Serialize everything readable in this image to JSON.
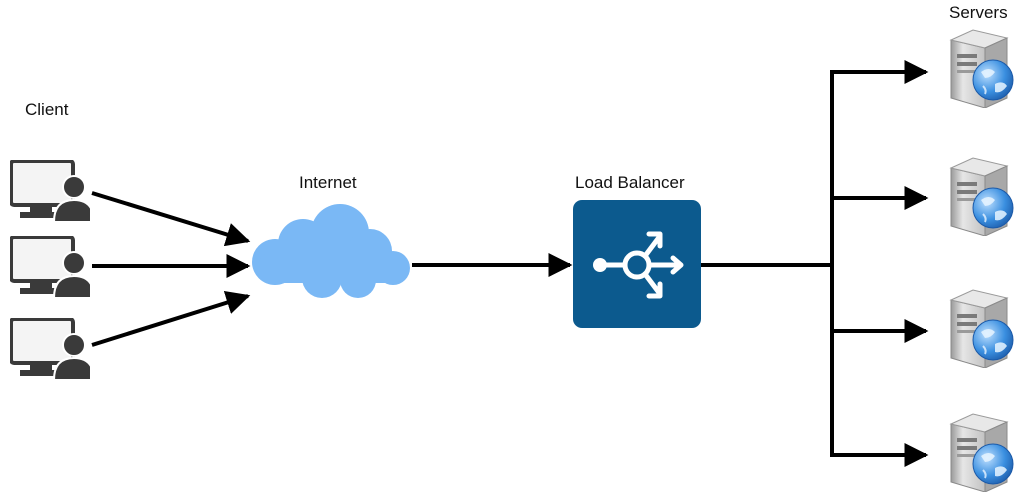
{
  "labels": {
    "client": "Client",
    "internet": "Internet",
    "load_balancer": "Load Balancer",
    "servers": "Servers"
  },
  "colors": {
    "cloud": "#7ab8f5",
    "load_balancer": "#0c5a8e",
    "client_icon": "#3a3a3a",
    "arrow": "#000000",
    "globe": "#2f7fd6"
  },
  "icons": {
    "client": "user-computer-icon",
    "internet": "cloud-icon",
    "load_balancer": "load-balancer-icon",
    "server": "web-server-icon"
  }
}
